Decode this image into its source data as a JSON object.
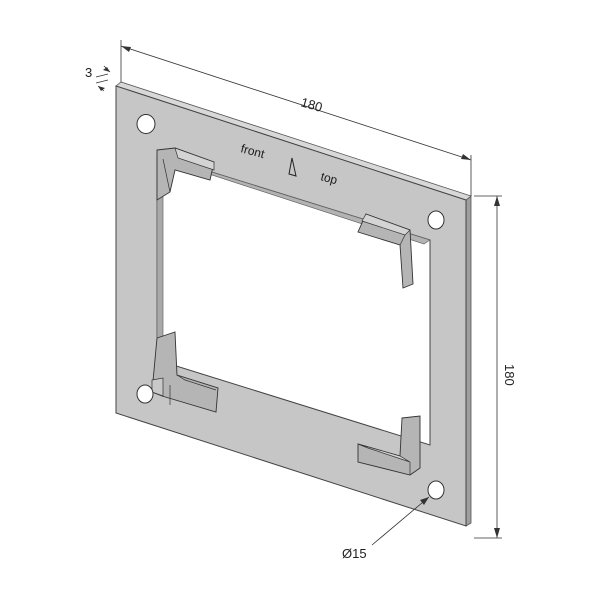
{
  "drawing": {
    "labels": {
      "thickness": "3",
      "width": "180",
      "height": "180",
      "hole": "Ø15"
    },
    "engraving": {
      "front": "front",
      "top": "top"
    },
    "colors": {
      "plate": "#c6c6c6",
      "plate_edge": "#8f8f8f",
      "plate_side": "#9e9e9e",
      "line": "#333333",
      "inner_wall": "#a9a9a9",
      "clip": "#b5b5b5"
    }
  }
}
